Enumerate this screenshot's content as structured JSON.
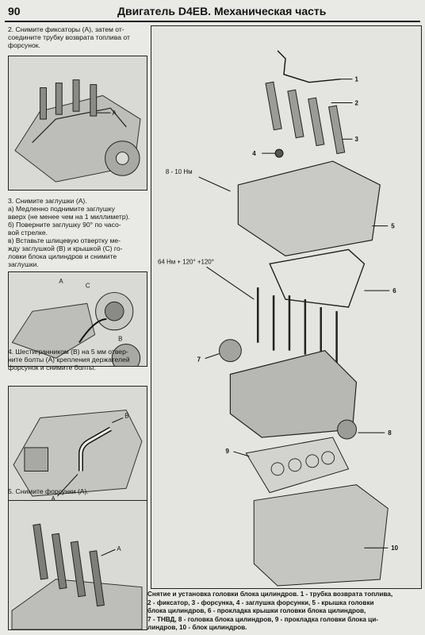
{
  "page": {
    "number": "90",
    "title": "Двигатель D4EB. Механическая часть"
  },
  "steps": [
    {
      "id": "2",
      "lines": [
        "2. Снимите фиксаторы (А), затем от-",
        "соедините трубку возврата топлива от",
        "форсунок."
      ]
    },
    {
      "id": "3",
      "lines": [
        "3. Снимите заглушки (А).",
        "а) Медленно поднимите заглушку",
        "вверх (не менее чем на 1 миллиметр).",
        "б) Поверните заглушку 90° по часо-",
        "вой стрелке.",
        "в) Вставьте шлицевую отвертку ме-",
        "жду заглушкой (В) и крышкой (С) го-",
        "ловки блока цилиндров и снимите",
        "заглушки."
      ]
    },
    {
      "id": "4",
      "lines": [
        "4. Шестигранником (В) на 5 мм отвер-",
        "ните болты (А) крепления держателей",
        "форсунок и снимите болты."
      ]
    },
    {
      "id": "5",
      "lines": [
        "5. Снимите форсунки (А)."
      ]
    }
  ],
  "figure_labels": {
    "fig1": [
      "A"
    ],
    "fig2": [
      "A",
      "C",
      "B"
    ],
    "fig3": [
      "B",
      "A"
    ],
    "fig4": [
      "A"
    ]
  },
  "main_figure": {
    "torque_1": "8 - 10 Нм",
    "torque_2": "64 Нм + 120° +120°",
    "callouts": [
      "1",
      "2",
      "3",
      "4",
      "5",
      "6",
      "7",
      "8",
      "9",
      "10"
    ]
  },
  "caption": {
    "lines": [
      "Снятие и установка головки блока цилиндров. 1 - трубка возврата топлива,",
      "2 - фиксатор, 3 - форсунка, 4 - заглушка форсунки, 5 - крышка головки",
      "блока цилиндров, 6 - прокладка крышки головки блока цилиндров,",
      "7 - ТНВД, 8 - головка блока цилиндров, 9 - прокладка головки блока ци-",
      "линдров, 10 - блок цилиндров."
    ]
  }
}
